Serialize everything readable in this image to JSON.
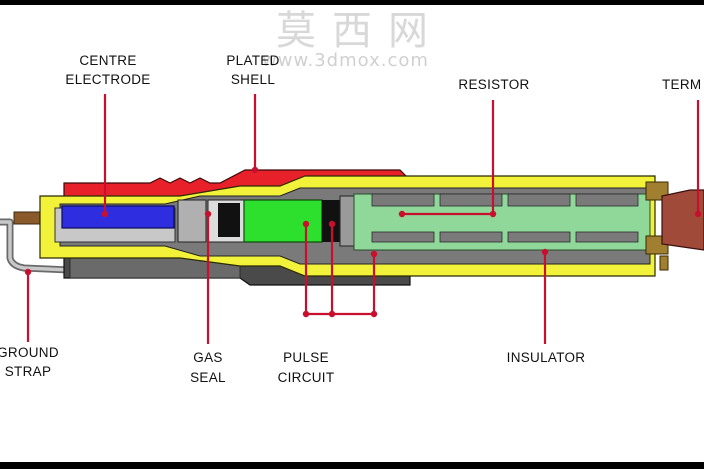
{
  "watermark": {
    "cn": "莫西网",
    "url": "www.3dmox.com"
  },
  "labels": {
    "centre_electrode": [
      "CENTRE",
      "ELECTRODE"
    ],
    "plated_shell": [
      "PLATED",
      "SHELL"
    ],
    "resistor": "RESISTOR",
    "terminal": "TERM",
    "ground_strap": [
      "GROUND",
      "STRAP"
    ],
    "gas_seal": [
      "GAS",
      "SEAL"
    ],
    "pulse_circuit": [
      "PULSE",
      "CIRCUIT"
    ],
    "insulator": "INSULATOR"
  },
  "colors": {
    "shell": "#e8202a",
    "insulator": "#f2f23a",
    "resistor": "#8fd89a",
    "electrode": "#2e2ee0",
    "pulse": "#2ee02e",
    "terminal": "#a04a3a",
    "leader": "#c8102e",
    "metal": "#9a9a9a",
    "dark": "#4a4a4a"
  }
}
